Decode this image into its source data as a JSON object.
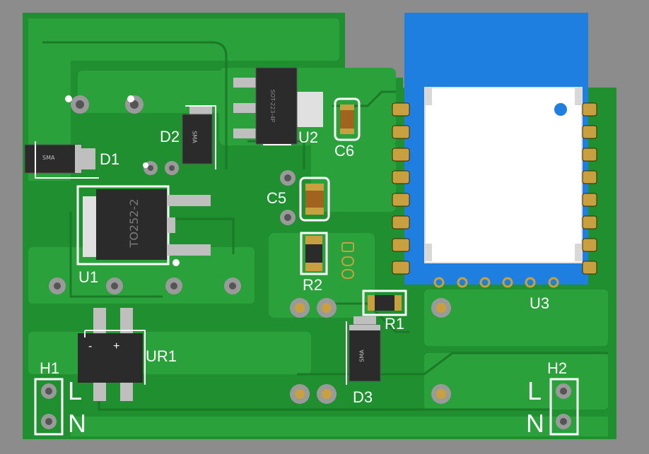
{
  "colors": {
    "background": "#8c8c8c",
    "soldermask": "#1f8f2f",
    "copper_pour": "#2aa13a",
    "pad": "#c8a040",
    "silkscreen": "#ffffff",
    "module": "#1f7fe0",
    "shield": "#ffffff",
    "component_body": "#2b2b2b"
  },
  "designators": {
    "d1": "D1",
    "d2": "D2",
    "d3": "D3",
    "u1": "U1",
    "u2": "U2",
    "u3": "U3",
    "c5": "C5",
    "c6": "C6",
    "r1": "R1",
    "r2": "R2",
    "ur1": "UR1",
    "h1": "H1",
    "h2": "H2"
  },
  "package_marks": {
    "d1": "SMA",
    "d2": "SMA",
    "d3": "SMA",
    "u1": "TO252-2",
    "u2": "SOT-223-4P"
  },
  "bridge_polarity": {
    "minus": "-",
    "plus": "+"
  },
  "terminal_labels": {
    "line": "L",
    "neutral": "N"
  },
  "icons": {
    "module_marker": "dot-icon"
  }
}
